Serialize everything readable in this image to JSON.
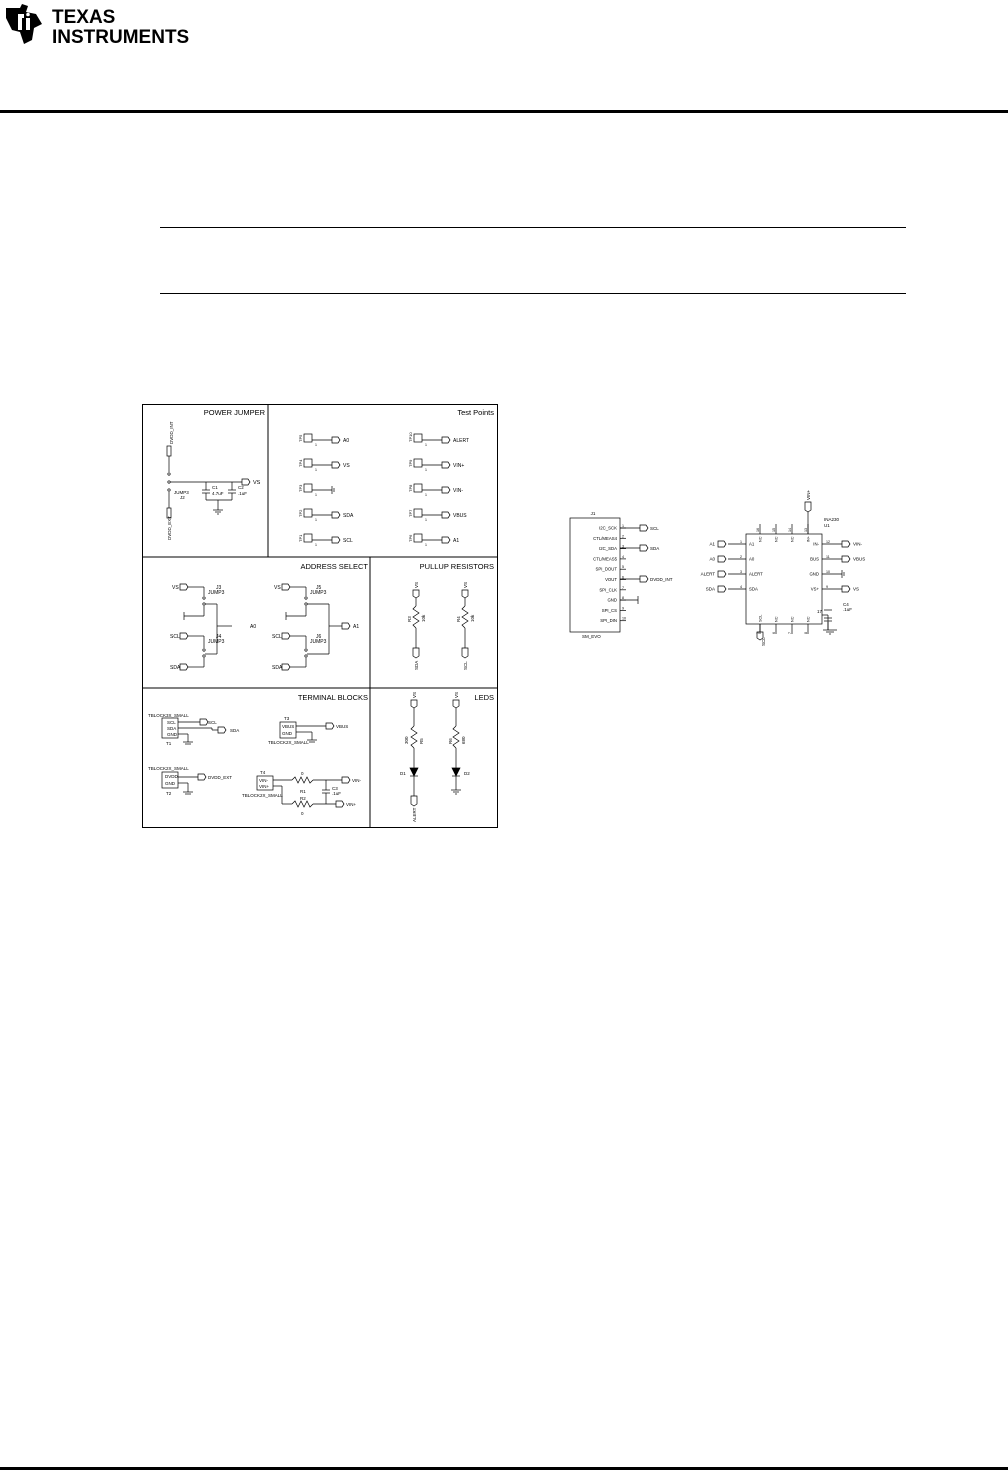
{
  "header": {
    "logo_line1": "TEXAS",
    "logo_line2": "INSTRUMENTS"
  },
  "left_schematic": {
    "sections": {
      "power_jumper": "POWER JUMPER",
      "test_points": "Test Points",
      "address_select": "ADDRESS SELECT",
      "pullup_resistors": "PULLUP RESISTORS",
      "terminal_blocks": "TERMINAL BLOCKS",
      "leds": "LEDS"
    },
    "power": {
      "net_top": "DVDD_INT",
      "net_bottom": "DVDD_EXT",
      "jumper": "JUMP3",
      "jumper_ref": "J2",
      "vs": "VS",
      "c1_ref": "C1",
      "c1_val": "4.7uF",
      "c2_ref": "C2",
      "c2_val": ".1uF"
    },
    "test_points": [
      {
        "tp": "TP5",
        "net": "A0"
      },
      {
        "tp": "TP4",
        "net": "VS"
      },
      {
        "tp": "TP3",
        "net": ""
      },
      {
        "tp": "TP2",
        "net": "SDA"
      },
      {
        "tp": "TP1",
        "net": "SCL"
      },
      {
        "tp": "TP10",
        "net": "ALERT"
      },
      {
        "tp": "TP9",
        "net": "VIN+"
      },
      {
        "tp": "TP8",
        "net": "VIN-"
      },
      {
        "tp": "TP7",
        "net": "VBUS"
      },
      {
        "tp": "TP6",
        "net": "A1"
      }
    ],
    "address": {
      "vs": "VS",
      "scl": "SCL",
      "sda": "SDA",
      "j3": "J3",
      "j4": "J4",
      "j5": "J5",
      "j6": "J6",
      "jump": "JUMP3",
      "a0": "A0",
      "a1": "A1"
    },
    "pullup": {
      "vs": "VS",
      "r3": "R3",
      "r4": "R4",
      "val": "10k",
      "sda": "SDA",
      "scl": "SCL"
    },
    "terminals": {
      "t1_name": "TBLOCK3X_SMALL",
      "t1_ref": "T1",
      "t1_pins": [
        "SCL",
        "SDA",
        "GND"
      ],
      "t2_name": "TBLOCK2X_SMALL",
      "t2_ref": "T2",
      "t2_pins": [
        "DVDD",
        "GND"
      ],
      "t3_ref": "T3",
      "t3_pins": [
        "VBUS",
        "GND"
      ],
      "t3_name": "TBLOCK2X_SMALL",
      "t4_ref": "T4",
      "t4_pins": [
        "VIN-",
        "VIN+"
      ],
      "t4_name": "TBLOCK2X_SMALL",
      "scl": "SCL",
      "sda": "SDA",
      "dvdd_ext": "DVDD_EXT",
      "vbus": "VBUS",
      "vin_minus": "VIN-",
      "vin_plus": "VIN+",
      "r1": "R1",
      "r2": "R2",
      "r_val": "0",
      "c3": "C3",
      "c3_val": ".1uF"
    },
    "leds": {
      "vs": "VS",
      "r5": "R5",
      "r6": "R6",
      "r5_val": "300",
      "r6_val": "680",
      "d1": "D1",
      "d2": "D2",
      "alert": "ALERT"
    }
  },
  "right_schematic": {
    "j1_ref": "J1",
    "j1_name": "SM_EVO",
    "j1_pins": [
      {
        "num": "1",
        "label": "I2C_SCK"
      },
      {
        "num": "2",
        "label": "CTL/MEAS4"
      },
      {
        "num": "3",
        "label": "I2C_SDA"
      },
      {
        "num": "4",
        "label": "CTL/MEAS5"
      },
      {
        "num": "5",
        "label": "SPI_DOUT"
      },
      {
        "num": "6",
        "label": "VOUT"
      },
      {
        "num": "7",
        "label": "SPI_CLK"
      },
      {
        "num": "8",
        "label": "GND"
      },
      {
        "num": "9",
        "label": "SPI_CS"
      },
      {
        "num": "10",
        "label": "SPI_DIN"
      }
    ],
    "j1_nets": {
      "scl": "SCL",
      "sda": "SDA",
      "dvdd_int": "DVDD_INT"
    },
    "u1_ref": "U1",
    "u1_name": "INA230",
    "u1_left_pins": [
      {
        "num": "1",
        "label": "A1",
        "net": "A1"
      },
      {
        "num": "2",
        "label": "A0",
        "net": "A0"
      },
      {
        "num": "3",
        "label": "ALERT",
        "net": "ALERT"
      },
      {
        "num": "4",
        "label": "SDA",
        "net": "SDA"
      }
    ],
    "u1_right_pins": [
      {
        "num": "12",
        "label": "IN-",
        "net": "VIN-"
      },
      {
        "num": "11",
        "label": "BUS",
        "net": "VBUS"
      },
      {
        "num": "10",
        "label": "GND",
        "net": ""
      },
      {
        "num": "9",
        "label": "VS+",
        "net": "VS"
      }
    ],
    "u1_top_pins": [
      "16",
      "15",
      "14",
      "13"
    ],
    "u1_top_labels": [
      "NC",
      "NC",
      "NC",
      "IN+"
    ],
    "u1_top_net": "VIN+",
    "u1_bottom_pins": [
      "5",
      "6",
      "7",
      "8"
    ],
    "u1_bottom_labels": [
      "SCL",
      "NC",
      "NC",
      "NC"
    ],
    "u1_bottom_net": "SCL",
    "c4_ref": "C4",
    "c4_val": ".1uF",
    "pad": "17"
  }
}
